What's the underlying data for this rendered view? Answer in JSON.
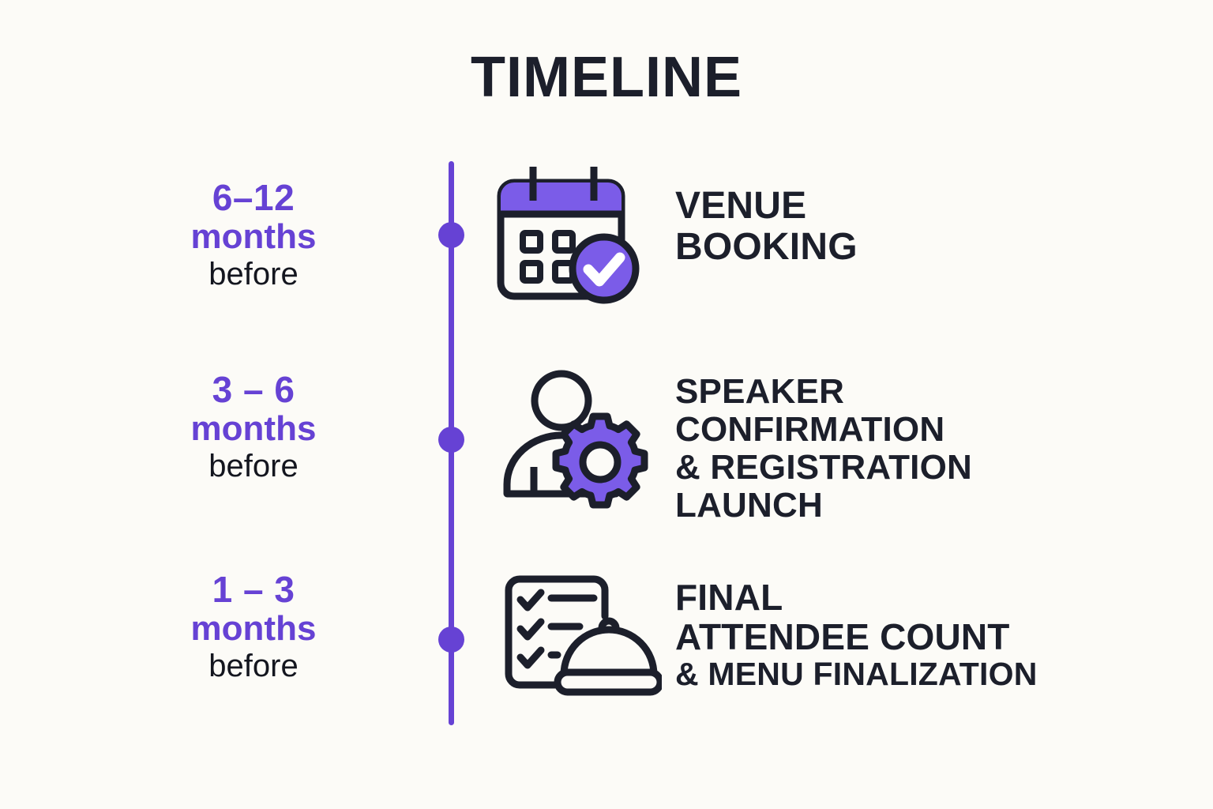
{
  "title": "TIMELINE",
  "colors": {
    "background": "#FCFBF7",
    "accent_purple": "#6642D4",
    "icon_purple": "#7B5CE8",
    "text_dark": "#1C1F2B"
  },
  "timeline": {
    "axis": {
      "orientation": "vertical",
      "marker_count": 3
    },
    "entries": [
      {
        "time_range": "6–12",
        "time_unit": "months",
        "time_qualifier": "before",
        "icon": "calendar-check-icon",
        "headline_lines": [
          "VENUE",
          "BOOKING"
        ]
      },
      {
        "time_range": "3 – 6",
        "time_unit": "months",
        "time_qualifier": "before",
        "icon": "speaker-gear-icon",
        "headline_lines": [
          "SPEAKER",
          "CONFIRMATION",
          "& REGISTRATION",
          "LAUNCH"
        ]
      },
      {
        "time_range": "1 – 3",
        "time_unit": "months",
        "time_qualifier": "before",
        "icon": "checklist-cloche-icon",
        "headline_lines": [
          "FINAL",
          "ATTENDEE COUNT",
          "& MENU FINALIZATION"
        ]
      }
    ]
  }
}
